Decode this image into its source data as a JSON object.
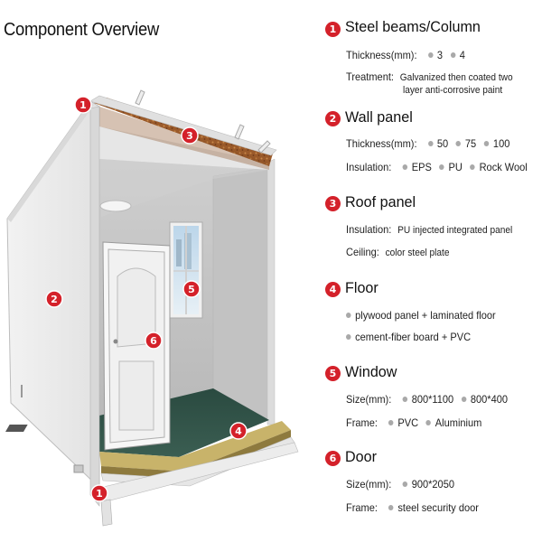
{
  "title": "Component Overview",
  "markers": {
    "beam_top": "1",
    "beam_bottom": "1",
    "wall": "2",
    "roof": "3",
    "floor": "4",
    "window": "5",
    "door": "6"
  },
  "colors": {
    "accent_red": "#d4212a",
    "bullet_gray": "#a9a9a9",
    "floor_green": "#2e4a41"
  },
  "components": [
    {
      "number": "1",
      "heading": "Steel beams/Column",
      "thickness_label": "Thickness(mm):",
      "thickness_options": [
        "3",
        "4"
      ],
      "treatment_label": "Treatment:",
      "treatment_line1": "Galvanized then coated two",
      "treatment_line2": "layer anti-corrosive paint"
    },
    {
      "number": "2",
      "heading": "Wall panel",
      "thickness_label": "Thickness(mm):",
      "thickness_options": [
        "50",
        "75",
        "100"
      ],
      "insulation_label": "Insulation:",
      "insulation_options": [
        "EPS",
        "PU",
        "Rock Wool"
      ]
    },
    {
      "number": "3",
      "heading": "Roof panel",
      "insulation_label": "Insulation:",
      "insulation_value": "PU injected integrated panel",
      "ceiling_label": "Ceiling:",
      "ceiling_value": "color steel plate"
    },
    {
      "number": "4",
      "heading": "Floor",
      "line1_a": "plywood panel",
      "line1_b": "+ laminated floor",
      "line2": "cement-fiber board + PVC"
    },
    {
      "number": "5",
      "heading": "Window",
      "size_label": "Size(mm):",
      "size_options": [
        "800*1100",
        "800*400"
      ],
      "frame_label": "Frame:",
      "frame_options": [
        "PVC",
        "Aluminium"
      ]
    },
    {
      "number": "6",
      "heading": "Door",
      "size_label": "Size(mm):",
      "size_value": "900*2050",
      "frame_label": "Frame:",
      "frame_value": "steel security door"
    }
  ]
}
